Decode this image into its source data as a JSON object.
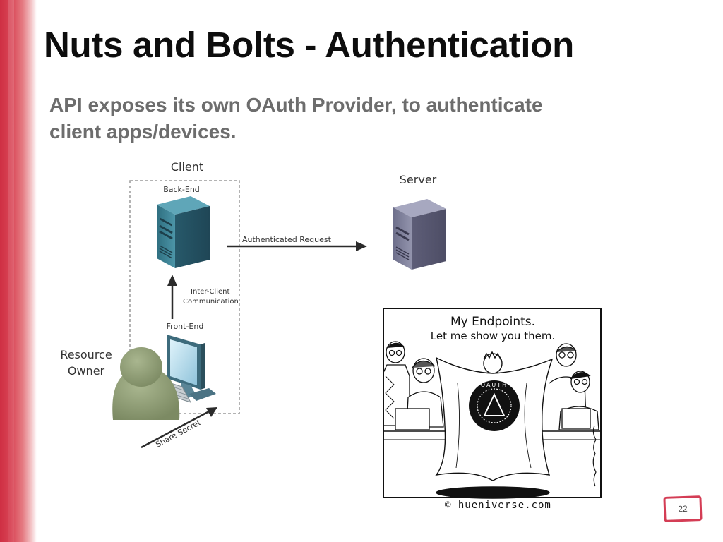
{
  "slide": {
    "title": "Nuts and Bolts - Authentication",
    "subtitle_lines": [
      "API exposes its own OAuth Provider, to authenticate",
      "client apps/devices."
    ],
    "page_number": "22"
  },
  "diagram": {
    "client_label": "Client",
    "back_end_label": "Back-End",
    "server_label": "Server",
    "request_label": "Authenticated Request",
    "inter_client_label": [
      "Inter-Client",
      "Communication"
    ],
    "front_end_label": "Front-End",
    "resource_owner_label": [
      "Resource",
      "Owner"
    ],
    "share_secret_label": "Share Secret"
  },
  "comic": {
    "caption_lines": [
      "My Endpoints.",
      "Let me show you them."
    ],
    "emblem_text": "OAUTH",
    "credit": "© hueniverse.com"
  }
}
